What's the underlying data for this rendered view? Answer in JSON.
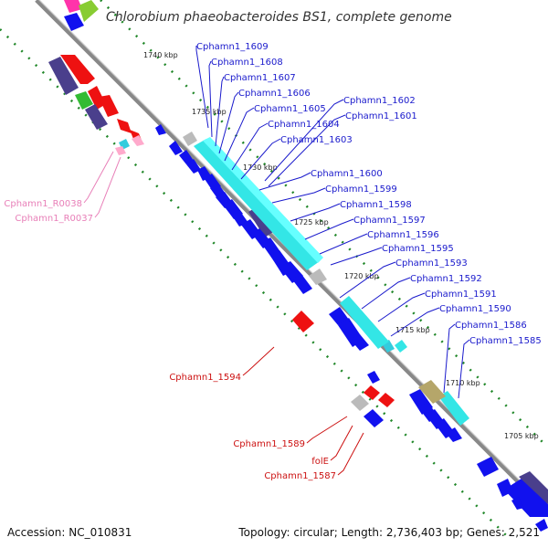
{
  "title": "Chlorobium phaeobacteroides BS1, complete genome",
  "footer": {
    "accession": "Accession: NC_010831",
    "topology": "Topology: circular; Length: 2,736,403 bp; Genes: 2,521"
  },
  "colors": {
    "forward_label": "#1a1acc",
    "reverse_label": "#cc1111",
    "rna_label": "#e87fb8",
    "backbone": "#888888",
    "tick": "#22882a"
  },
  "kbp_labels": [
    "1740 kbp",
    "1735 kbp",
    "1730 kbp",
    "1725 kbp",
    "1720 kbp",
    "1715 kbp",
    "1710 kbp",
    "1705 kbp"
  ],
  "blue_labels": [
    "Cphamn1_1609",
    "Cphamn1_1608",
    "Cphamn1_1607",
    "Cphamn1_1606",
    "Cphamn1_1605",
    "Cphamn1_1604",
    "Cphamn1_1603",
    "Cphamn1_1602",
    "Cphamn1_1601",
    "Cphamn1_1600",
    "Cphamn1_1599",
    "Cphamn1_1598",
    "Cphamn1_1597",
    "Cphamn1_1596",
    "Cphamn1_1595",
    "Cphamn1_1593",
    "Cphamn1_1592",
    "Cphamn1_1591",
    "Cphamn1_1590",
    "Cphamn1_1586",
    "Cphamn1_1585"
  ],
  "red_labels": [
    "Cphamn1_1594",
    "Cphamn1_1589",
    "folE",
    "Cphamn1_1587"
  ],
  "pink_labels": [
    "Cphamn1_R0038",
    "Cphamn1_R0037"
  ]
}
